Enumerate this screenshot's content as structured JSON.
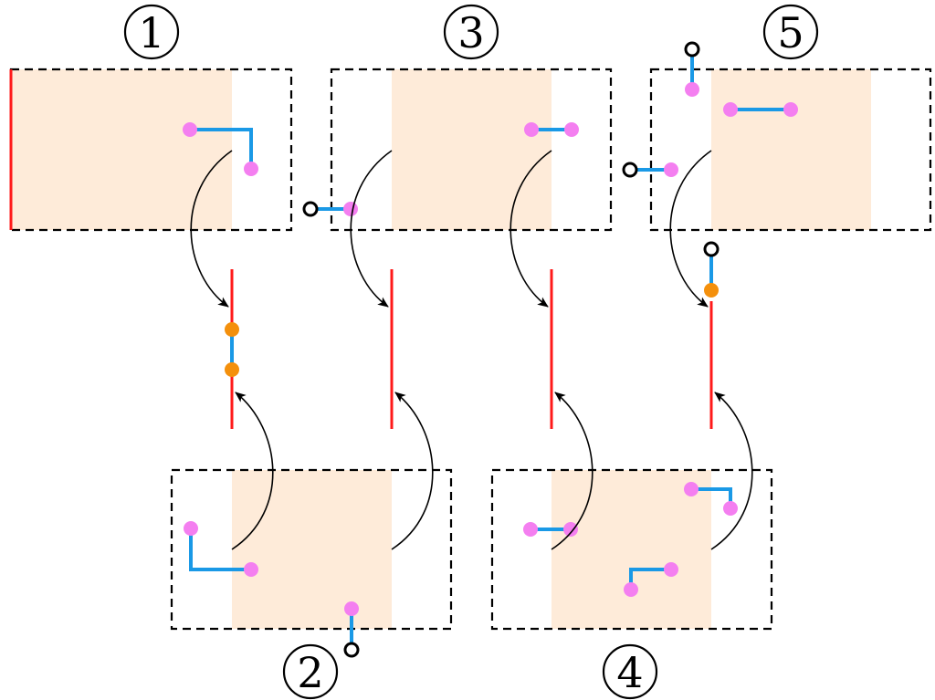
{
  "panel_labels": [
    "1",
    "2",
    "3",
    "4",
    "5"
  ],
  "colors": {
    "shade": "#feebd9",
    "boundary": "#ff1a1a",
    "edge": "#1a99e6",
    "vertex": "#f47ff0",
    "contact": "#f4900c",
    "terminal": "#000000",
    "frame": "#000000",
    "arrow": "#000000"
  }
}
